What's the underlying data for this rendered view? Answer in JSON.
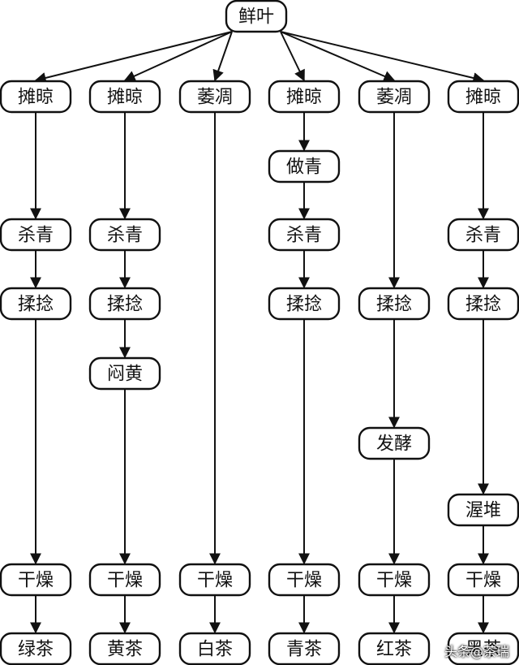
{
  "diagram": {
    "root": {
      "id": "n0",
      "label": "鲜叶"
    },
    "columns": [
      {
        "steps": [
          {
            "id": "c1a",
            "label": "摊晾"
          },
          {
            "id": "c1b",
            "label": "杀青"
          },
          {
            "id": "c1c",
            "label": "揉捻"
          },
          {
            "id": "c1d",
            "label": "干燥"
          },
          {
            "id": "c1e",
            "label": "绿茶"
          }
        ]
      },
      {
        "steps": [
          {
            "id": "c2a",
            "label": "摊晾"
          },
          {
            "id": "c2b",
            "label": "杀青"
          },
          {
            "id": "c2c",
            "label": "揉捻"
          },
          {
            "id": "c2d",
            "label": "闷黄"
          },
          {
            "id": "c2e",
            "label": "干燥"
          },
          {
            "id": "c2f",
            "label": "黄茶"
          }
        ]
      },
      {
        "steps": [
          {
            "id": "c3a",
            "label": "萎凋"
          },
          {
            "id": "c3b",
            "label": "干燥"
          },
          {
            "id": "c3c",
            "label": "白茶"
          }
        ]
      },
      {
        "steps": [
          {
            "id": "c4a",
            "label": "摊晾"
          },
          {
            "id": "c4b",
            "label": "做青"
          },
          {
            "id": "c4c",
            "label": "杀青"
          },
          {
            "id": "c4d",
            "label": "揉捻"
          },
          {
            "id": "c4e",
            "label": "干燥"
          },
          {
            "id": "c4f",
            "label": "青茶"
          }
        ]
      },
      {
        "steps": [
          {
            "id": "c5a",
            "label": "萎凋"
          },
          {
            "id": "c5b",
            "label": "揉捻"
          },
          {
            "id": "c5c",
            "label": "发酵"
          },
          {
            "id": "c5d",
            "label": "干燥"
          },
          {
            "id": "c5e",
            "label": "红茶"
          }
        ]
      },
      {
        "steps": [
          {
            "id": "c6a",
            "label": "摊晾"
          },
          {
            "id": "c6b",
            "label": "杀青"
          },
          {
            "id": "c6c",
            "label": "揉捻"
          },
          {
            "id": "c6d",
            "label": "渥堆"
          },
          {
            "id": "c6e",
            "label": "干燥"
          },
          {
            "id": "c6f",
            "label": "黑茶"
          }
        ]
      }
    ]
  },
  "watermark": "头条@茶瑞"
}
